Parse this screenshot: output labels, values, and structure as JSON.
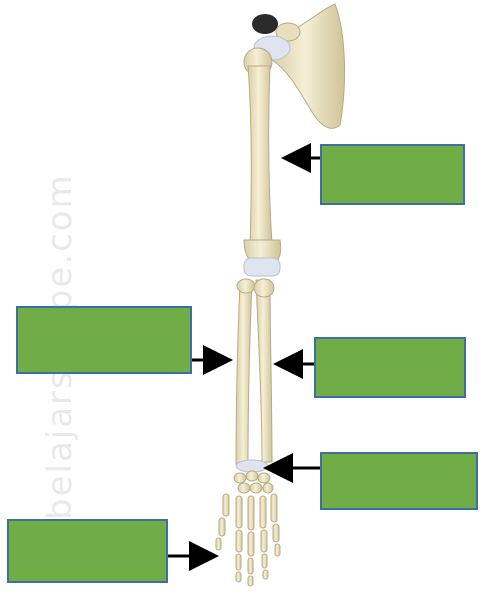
{
  "watermark": {
    "text": "belajarsempe.com"
  },
  "labels": [
    {
      "id": "humerus",
      "text": ""
    },
    {
      "id": "left-mid",
      "text": ""
    },
    {
      "id": "right-mid",
      "text": ""
    },
    {
      "id": "wrist",
      "text": ""
    },
    {
      "id": "hand",
      "text": ""
    }
  ],
  "colors": {
    "box_fill": "#70ad47",
    "box_border": "#3d6fa0",
    "bone": "#efe6c8",
    "cartilage": "#dfe4ee"
  }
}
